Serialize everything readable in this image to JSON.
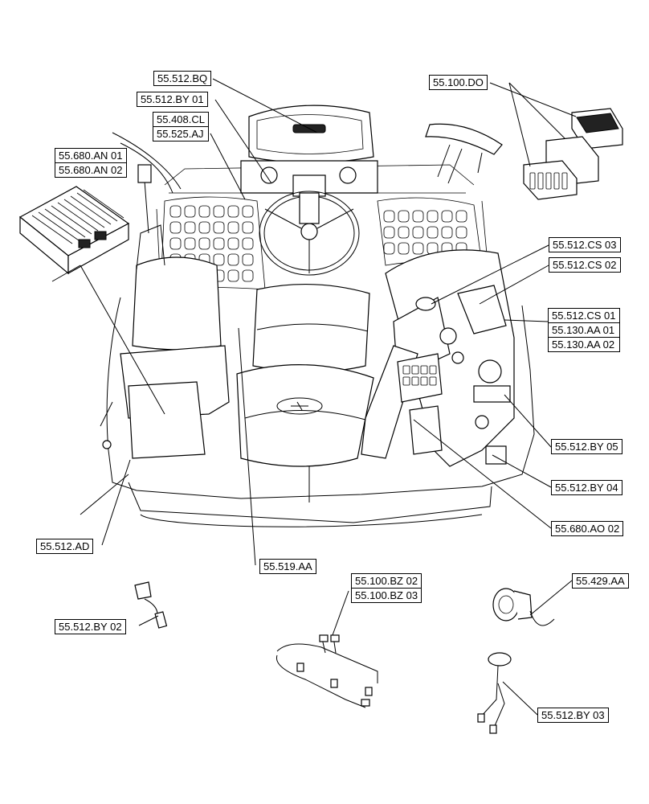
{
  "callouts": {
    "bq": [
      "55.512.BQ"
    ],
    "by01": [
      "55.512.BY 01"
    ],
    "cl_aj": [
      "55.408.CL",
      "55.525.AJ"
    ],
    "an": [
      "55.680.AN 01",
      "55.680.AN 02"
    ],
    "do": [
      "55.100.DO"
    ],
    "cs03": [
      "55.512.CS 03"
    ],
    "cs02": [
      "55.512.CS 02"
    ],
    "cs01": [
      "55.512.CS 01",
      "55.130.AA 01",
      "55.130.AA 02"
    ],
    "by05": [
      "55.512.BY 05"
    ],
    "by04": [
      "55.512.BY 04"
    ],
    "ao02": [
      "55.680.AO 02"
    ],
    "ad": [
      "55.512.AD"
    ],
    "aa519": [
      "55.519.AA"
    ],
    "bz": [
      "55.100.BZ 02",
      "55.100.BZ 03"
    ],
    "aa429": [
      "55.429.AA"
    ],
    "by02": [
      "55.512.BY 02"
    ],
    "by03": [
      "55.512.BY 03"
    ]
  }
}
